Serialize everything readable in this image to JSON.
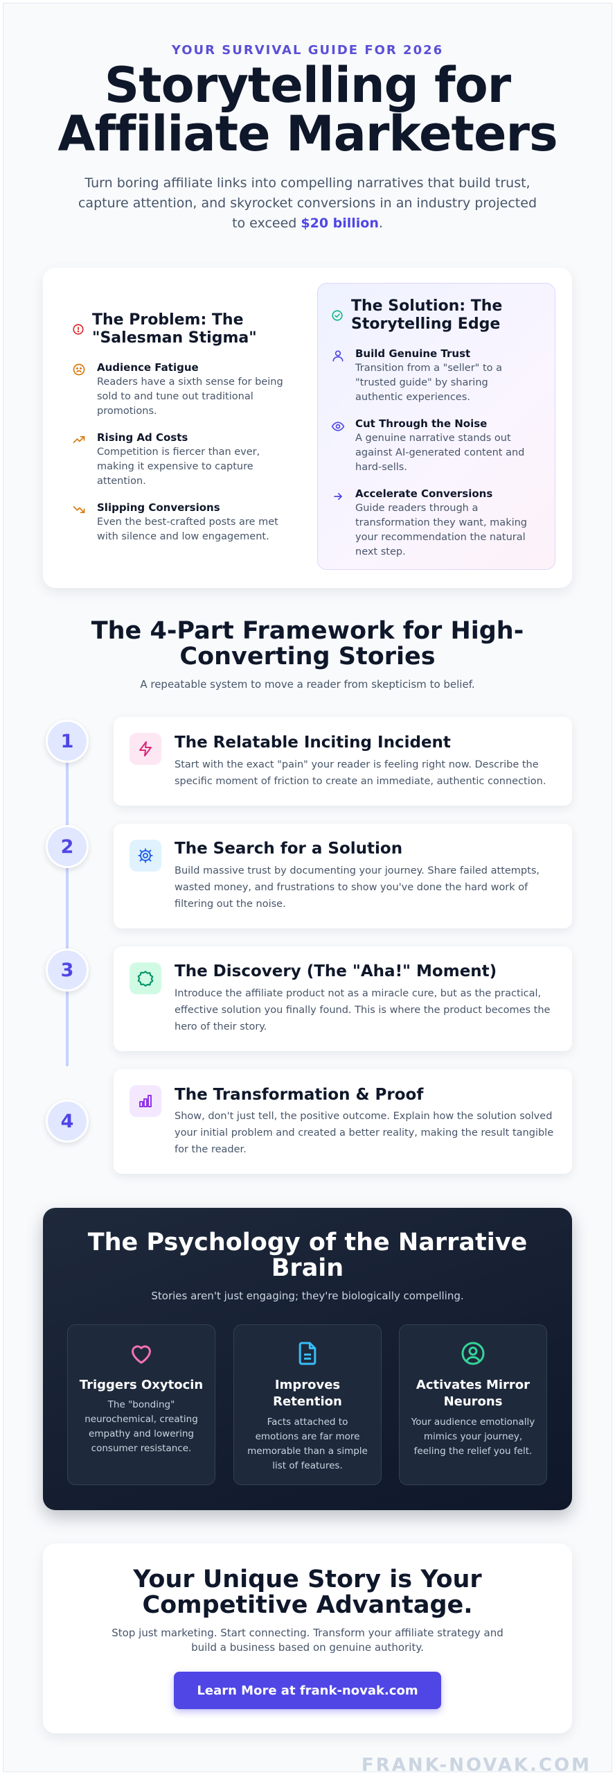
{
  "header": {
    "eyebrow": "YOUR SURVIVAL GUIDE FOR 2026",
    "title_line1": "Storytelling for",
    "title_line2": "Affiliate Marketers",
    "subtitle_before": "Turn boring affiliate links into compelling narratives that build trust, capture attention, and skyrocket conversions in an industry projected to exceed ",
    "subtitle_highlight": "$20 billion",
    "subtitle_after": "."
  },
  "problem": {
    "title": "The Problem: The \"Salesman Stigma\"",
    "items": [
      {
        "icon": "frown-icon",
        "title": "Audience Fatigue",
        "text": "Readers have a sixth sense for being sold to and tune out traditional promotions."
      },
      {
        "icon": "trending-up-icon",
        "title": "Rising Ad Costs",
        "text": "Competition is fiercer than ever, making it expensive to capture attention."
      },
      {
        "icon": "trending-down-icon",
        "title": "Slipping Conversions",
        "text": "Even the best-crafted posts are met with silence and low engagement."
      }
    ]
  },
  "solution": {
    "title": "The Solution: The Storytelling Edge",
    "items": [
      {
        "icon": "user-icon",
        "title": "Build Genuine Trust",
        "text": "Transition from a \"seller\" to a \"trusted guide\" by sharing authentic experiences."
      },
      {
        "icon": "eye-icon",
        "title": "Cut Through the Noise",
        "text": "A genuine narrative stands out against AI-generated content and hard-sells."
      },
      {
        "icon": "arrow-right-icon",
        "title": "Accelerate Conversions",
        "text": "Guide readers through a transformation they want, making your recommendation the natural next step."
      }
    ]
  },
  "framework": {
    "title_line1": "The 4-Part Framework for High-",
    "title_line2": "Converting Stories",
    "subtitle": "A repeatable system to move a reader from skepticism to belief.",
    "steps": [
      {
        "number": "1",
        "icon": "lightning-icon",
        "title": "The Relatable Inciting Incident",
        "text": "Start with the exact \"pain\" your reader is feeling right now. Describe the specific moment of friction to create an immediate, authentic connection."
      },
      {
        "number": "2",
        "icon": "gear-icon",
        "title": "The Search for a Solution",
        "text": "Build massive trust by documenting your journey. Share failed attempts, wasted money, and frustrations to show you've done the hard work of filtering out the noise."
      },
      {
        "number": "3",
        "icon": "star-badge-icon",
        "title": "The Discovery (The \"Aha!\" Moment)",
        "text": "Introduce the affiliate product not as a miracle cure, but as the practical, effective solution you finally found. This is where the product becomes the hero of their story."
      },
      {
        "number": "4",
        "icon": "bar-chart-icon",
        "title": "The Transformation & Proof",
        "text": "Show, don't just tell, the positive outcome. Explain how the solution solved your initial problem and created a better reality, making the result tangible for the reader."
      }
    ]
  },
  "psychology": {
    "title_line1": "The Psychology of the Narrative",
    "title_line2": "Brain",
    "subtitle": "Stories aren't just engaging; they're biologically compelling.",
    "cards": [
      {
        "icon": "heart-icon",
        "title_line1": "Triggers Oxytocin",
        "title_line2": "",
        "text": "The \"bonding\" neurochemical, creating empathy and lowering consumer resistance."
      },
      {
        "icon": "document-icon",
        "title_line1": "Improves",
        "title_line2": "Retention",
        "text": "Facts attached to emotions are far more memorable than a simple list of features."
      },
      {
        "icon": "user-circle-icon",
        "title_line1": "Activates Mirror",
        "title_line2": "Neurons",
        "text": "Your audience emotionally mimics your journey, feeling the relief you felt."
      }
    ]
  },
  "cta": {
    "title_line1": "Your Unique Story is Your",
    "title_line2": "Competitive Advantage.",
    "text": "Stop just marketing. Start connecting. Transform your affiliate strategy and build a business based on genuine authority.",
    "button_label": "Learn More at frank-novak.com"
  },
  "footer": {
    "watermark": "FRANK-NOVAK.COM"
  },
  "colors": {
    "accent": "#4f46e5",
    "problem_icon": "#d97706",
    "problem_alert": "#dc2626",
    "solution_icon": "#4f46e5",
    "solution_check": "#10b981",
    "dark_bg": "#0f172a"
  }
}
